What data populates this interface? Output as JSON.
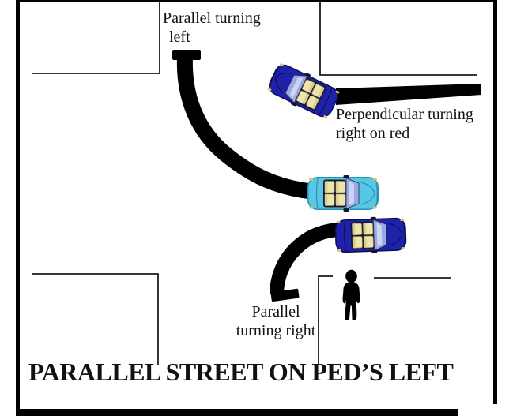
{
  "diagram": {
    "title": "PARALLEL STREET ON PED’S LEFT",
    "labels": {
      "parallel_left": {
        "line1": "Parallel turning",
        "line2": "left"
      },
      "perpendicular_right": {
        "line1": "Perpendicular turning",
        "line2": "right on red"
      },
      "parallel_right": {
        "line1": "Parallel",
        "line2": "turning right"
      }
    },
    "colors": {
      "background": "#ffffff",
      "frame": "#000000",
      "street_line": "#1c1c1c",
      "arrow": "#000000",
      "text": "#111111",
      "car_blue_body": "#1e22a8",
      "car_blue_shade": "#0d0f55",
      "car_cyan_body": "#58c7e6",
      "car_cyan_shade": "#2592b8",
      "car_glass": "#9aa9e4",
      "car_seat": "#ece5ae"
    }
  }
}
